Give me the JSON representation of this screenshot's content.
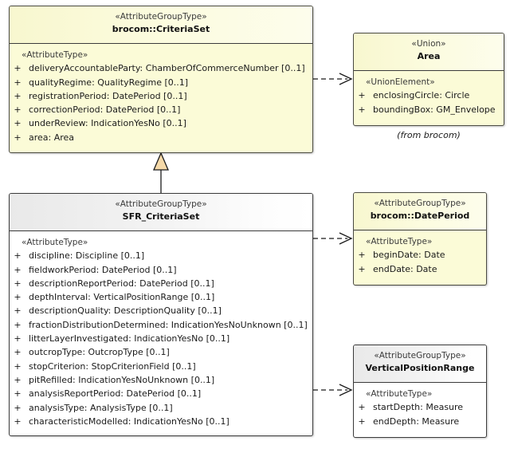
{
  "diagram": {
    "type": "uml-class-diagram",
    "notes": [
      {
        "id": "from-brocom",
        "text": "(from brocom)"
      }
    ],
    "colors": {
      "yellow_fill": "#fbfbd7",
      "grey_fill": "#ffffff",
      "grey_header": "#e9e9e9",
      "border": "#3b3b3b",
      "generalization_fill": "#f5d9a8",
      "background": "#ffffff"
    }
  },
  "classes": {
    "criteriaset": {
      "stereotype": "«AttributeGroupType»",
      "name": "brocom::CriteriaSet",
      "compartment_stereotype": "«AttributeType»",
      "attributes": [
        {
          "visibility": "+",
          "signature": "deliveryAccountableParty: ChamberOfCommerceNumber [0..1]"
        },
        {
          "visibility": "+",
          "signature": "qualityRegime: QualityRegime [0..1]"
        },
        {
          "visibility": "+",
          "signature": "registrationPeriod: DatePeriod [0..1]"
        },
        {
          "visibility": "+",
          "signature": "correctionPeriod: DatePeriod [0..1]"
        },
        {
          "visibility": "+",
          "signature": "underReview: IndicationYesNo [0..1]"
        },
        {
          "visibility": "+",
          "signature": "area: Area"
        }
      ]
    },
    "area": {
      "stereotype": "«Union»",
      "name": "Area",
      "compartment_stereotype": "«UnionElement»",
      "attributes": [
        {
          "visibility": "+",
          "signature": "enclosingCircle: Circle"
        },
        {
          "visibility": "+",
          "signature": "boundingBox: GM_Envelope"
        }
      ]
    },
    "sfr_criteriaset": {
      "stereotype": "«AttributeGroupType»",
      "name": "SFR_CriteriaSet",
      "compartment_stereotype": "«AttributeType»",
      "attributes": [
        {
          "visibility": "+",
          "signature": "discipline: Discipline [0..1]"
        },
        {
          "visibility": "+",
          "signature": "fieldworkPeriod: DatePeriod [0..1]"
        },
        {
          "visibility": "+",
          "signature": "descriptionReportPeriod: DatePeriod [0..1]"
        },
        {
          "visibility": "+",
          "signature": "depthInterval: VerticalPositionRange [0..1]"
        },
        {
          "visibility": "+",
          "signature": "descriptionQuality: DescriptionQuality [0..1]"
        },
        {
          "visibility": "+",
          "signature": "fractionDistributionDetermined: IndicationYesNoUnknown [0..1]"
        },
        {
          "visibility": "+",
          "signature": "litterLayerInvestigated: IndicationYesNo [0..1]"
        },
        {
          "visibility": "+",
          "signature": "outcropType: OutcropType [0..1]"
        },
        {
          "visibility": "+",
          "signature": "stopCriterion: StopCriterionField [0..1]"
        },
        {
          "visibility": "+",
          "signature": "pitRefilled: IndicationYesNoUnknown [0..1]"
        },
        {
          "visibility": "+",
          "signature": "analysisReportPeriod: DatePeriod [0..1]"
        },
        {
          "visibility": "+",
          "signature": "analysisType: AnalysisType [0..1]"
        },
        {
          "visibility": "+",
          "signature": "characteristicModelled: IndicationYesNo [0..1]"
        }
      ]
    },
    "dateperiod": {
      "stereotype": "«AttributeGroupType»",
      "name": "brocom::DatePeriod",
      "compartment_stereotype": "«AttributeType»",
      "attributes": [
        {
          "visibility": "+",
          "signature": "beginDate: Date"
        },
        {
          "visibility": "+",
          "signature": "endDate: Date"
        }
      ]
    },
    "verticalpositionrange": {
      "stereotype": "«AttributeGroupType»",
      "name": "VerticalPositionRange",
      "compartment_stereotype": "«AttributeType»",
      "attributes": [
        {
          "visibility": "+",
          "signature": "startDepth: Measure"
        },
        {
          "visibility": "+",
          "signature": "endDepth: Measure"
        }
      ]
    }
  },
  "relationships": [
    {
      "kind": "generalization",
      "from": "sfr_criteriaset",
      "to": "criteriaset"
    },
    {
      "kind": "dependency",
      "from": "criteriaset",
      "to": "area"
    },
    {
      "kind": "dependency",
      "from": "sfr_criteriaset",
      "to": "dateperiod"
    },
    {
      "kind": "dependency",
      "from": "sfr_criteriaset",
      "to": "verticalpositionrange"
    }
  ]
}
